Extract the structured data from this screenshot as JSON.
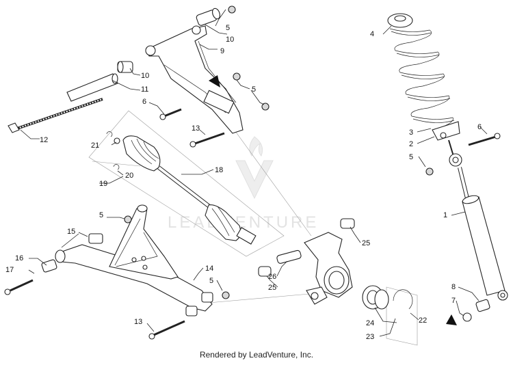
{
  "footer": {
    "text": "Rendered by LeadVenture, Inc."
  },
  "watermark": {
    "text": "LEADVENTURE"
  },
  "colors": {
    "line": "#222222",
    "background": "#ffffff",
    "watermark": "#e3e3e3"
  },
  "callouts": {
    "c1": "1",
    "c2": "2",
    "c3": "3",
    "c4": "4",
    "c5a": "5",
    "c5b": "5",
    "c5c": "5",
    "c5d": "5",
    "c5e": "5",
    "c6a": "6",
    "c6b": "6",
    "c7": "7",
    "c8": "8",
    "c9": "9",
    "c10a": "10",
    "c10b": "10",
    "c11": "11",
    "c12": "12",
    "c13a": "13",
    "c13b": "13",
    "c14": "14",
    "c15": "15",
    "c16": "16",
    "c17": "17",
    "c18": "18",
    "c19": "19",
    "c20": "20",
    "c21": "21",
    "c22": "22",
    "c23": "23",
    "c24": "24",
    "c25a": "25",
    "c25b": "25",
    "c26": "26"
  }
}
